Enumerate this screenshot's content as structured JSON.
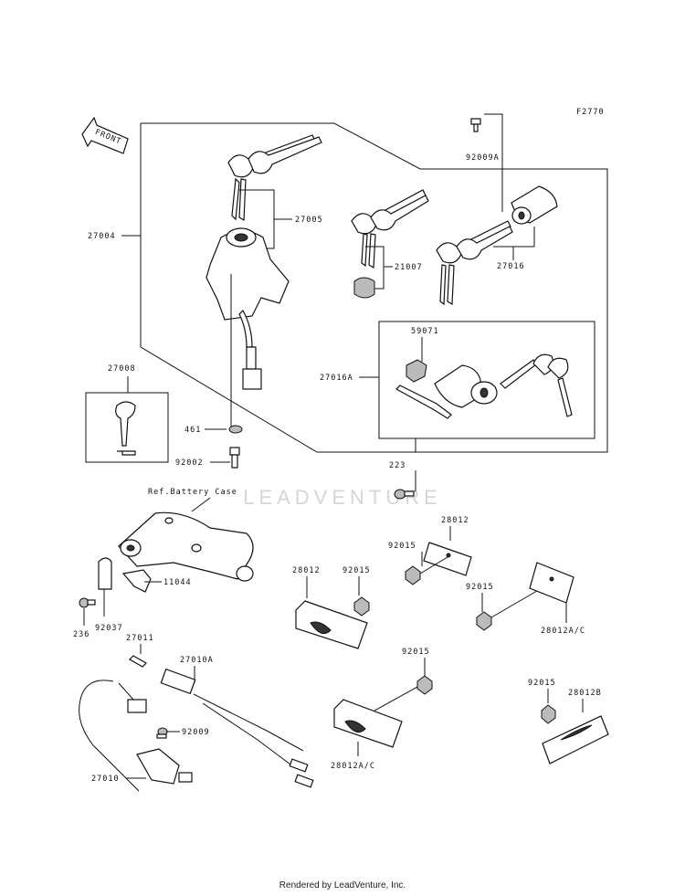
{
  "figure_code": "F2770",
  "front_label": "FRONT",
  "watermark": "LEADVENTURE",
  "ref_label": "Ref.Battery Case",
  "footer": "Rendered by LeadVenture, Inc.",
  "callouts": {
    "c27004": "27004",
    "c27005": "27005",
    "c21007": "21007",
    "c27016": "27016",
    "c92009A": "92009A",
    "c27008": "27008",
    "c59071": "59071",
    "c27016A": "27016A",
    "c461": "461",
    "c92002": "92002",
    "c223": "223",
    "c11044": "11044",
    "c92037": "92037",
    "c236": "236",
    "c28012_top": "28012",
    "c92015_a": "92015",
    "c28012_left": "28012",
    "c92015_b": "92015",
    "c92015_c": "92015",
    "c28012AC_right": "28012A/C",
    "c27011": "27011",
    "c27010A": "27010A",
    "c92015_d": "92015",
    "c92015_e": "92015",
    "c28012B": "28012B",
    "c92009": "92009",
    "c27010": "27010",
    "c28012AC_bottom": "28012A/C"
  }
}
